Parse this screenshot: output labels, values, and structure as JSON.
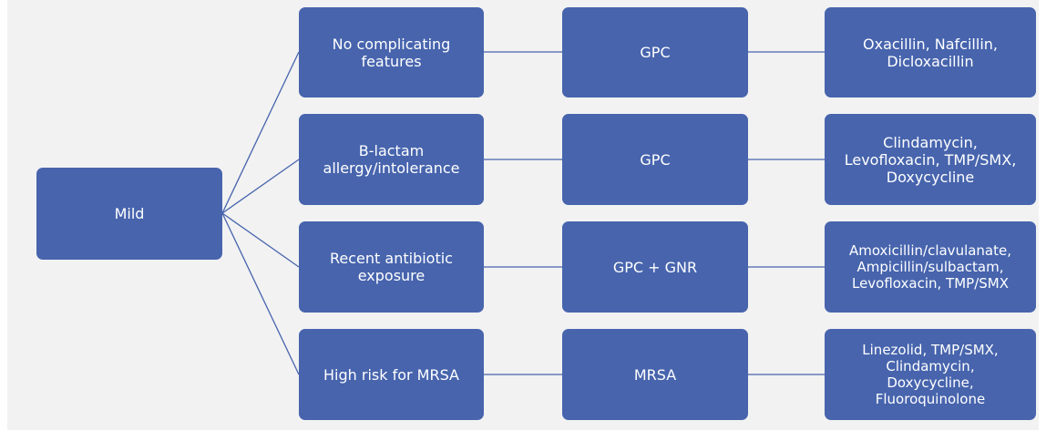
{
  "root": {
    "label": "Mild"
  },
  "rows": [
    {
      "condition": "No complicating\nfeatures",
      "organism": "GPC",
      "treatment": "Oxacillin, Nafcillin,\nDicloxacillin"
    },
    {
      "condition": "B-lactam\nallergy/intolerance",
      "organism": "GPC",
      "treatment": "Clindamycin,\nLevofloxacin, TMP/SMX,\nDoxycycline"
    },
    {
      "condition": "Recent antibiotic\nexposure",
      "organism": "GPC + GNR",
      "treatment": "Amoxicillin/clavulanate,\nAmpicillin/sulbactam,\nLevofloxacin, TMP/SMX"
    },
    {
      "condition": "High risk for MRSA",
      "organism": "MRSA",
      "treatment": "Linezolid, TMP/SMX,\nClindamycin,\nDoxycycline,\nFluoroquinolone"
    }
  ],
  "colors": {
    "box": "#4764ad",
    "line": "#4764ad",
    "background": "#f2f2f2",
    "text": "#ffffff"
  }
}
